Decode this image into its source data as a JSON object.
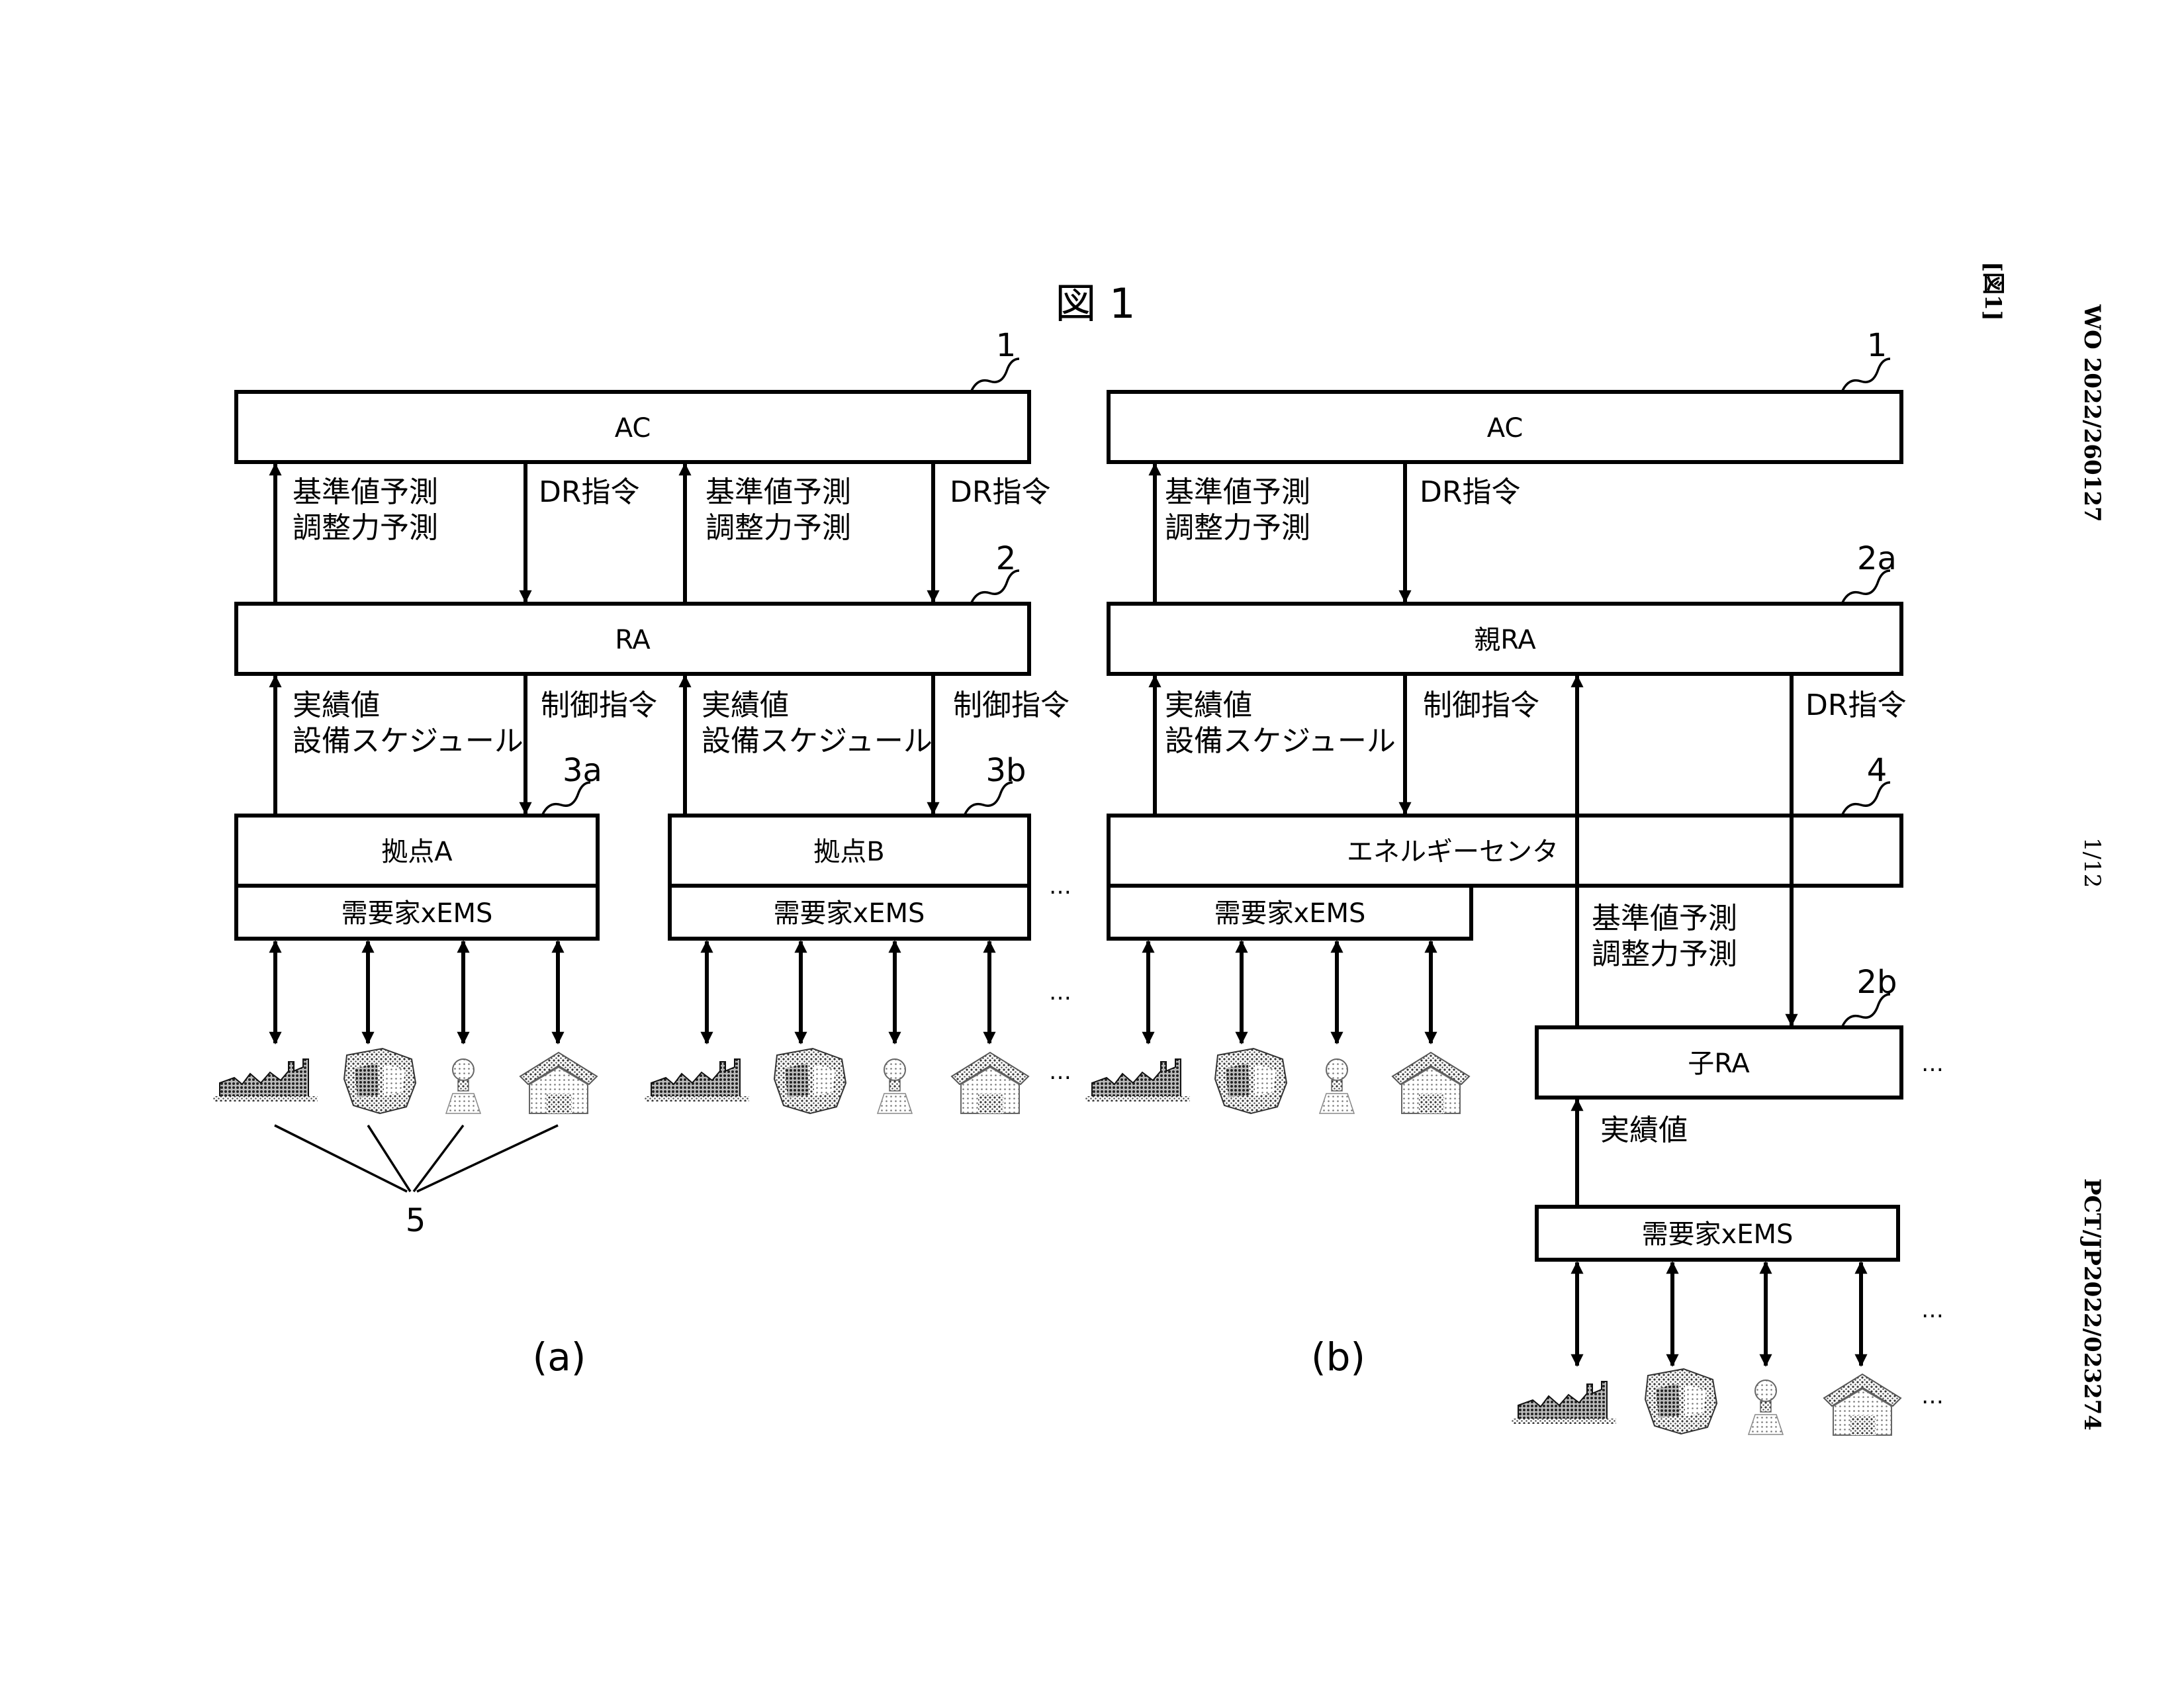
{
  "header": {
    "figure_title": "図 1",
    "side_pub": "WO 2022/260127",
    "side_figure": "[図1]",
    "side_page": "1/12",
    "side_app": "PCT/JP2022/023274"
  },
  "panel_a": {
    "caption": "(a)",
    "ac": {
      "label": "AC",
      "ref": "1"
    },
    "ra": {
      "label": "RA",
      "ref": "2"
    },
    "up_upper_1": [
      "基準値予測",
      "調整力予測"
    ],
    "down_upper_1": "DR指令",
    "up_upper_2": [
      "基準値予測",
      "調整力予測"
    ],
    "down_upper_2": "DR指令",
    "up_lower_1": [
      "実績値",
      "設備スケジュール"
    ],
    "down_lower_1": "制御指令",
    "up_lower_2": [
      "実績値",
      "設備スケジュール"
    ],
    "down_lower_2": "制御指令",
    "site_a": {
      "label": "拠点A",
      "ref": "3a",
      "ems": "需要家xEMS"
    },
    "site_b": {
      "label": "拠点B",
      "ref": "3b",
      "ems": "需要家xEMS"
    },
    "equipment_ref": "5",
    "ellipsis": [
      "…",
      "…",
      "…"
    ]
  },
  "panel_b": {
    "caption": "(b)",
    "ac": {
      "label": "AC",
      "ref": "1"
    },
    "parent_ra": {
      "label": "親RA",
      "ref": "2a"
    },
    "up_upper": [
      "基準値予測",
      "調整力予測"
    ],
    "down_upper": "DR指令",
    "up_lower": [
      "実績値",
      "設備スケジュール"
    ],
    "down_lower": "制御指令",
    "down_dr": "DR指令",
    "energy_center": {
      "label": "エネルギーセンタ",
      "ref": "4",
      "ems": "需要家xEMS"
    },
    "child_up": [
      "基準値予測",
      "調整力予測"
    ],
    "child_ra": {
      "label": "子RA",
      "ref": "2b"
    },
    "actual_value": "実績値",
    "child_ems": "需要家xEMS",
    "ellipsis": [
      "…",
      "…",
      "…"
    ]
  },
  "equipment_icons": [
    "factory-icon",
    "building-icon",
    "light-bulb-icon",
    "house-icon"
  ]
}
